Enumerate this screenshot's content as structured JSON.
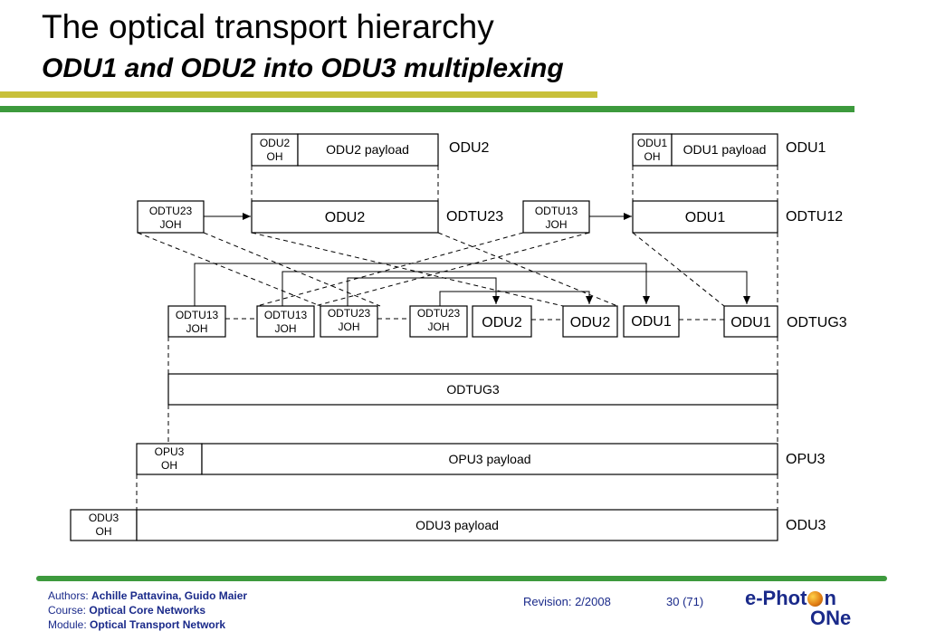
{
  "slide": {
    "title": "The optical transport hierarchy",
    "subtitle": "ODU1 and ODU2 into ODU3 multiplexing"
  },
  "colors": {
    "accent_yellow": "#c8c03a",
    "accent_green": "#3d9a3d",
    "footer_text": "#1a2a8a"
  },
  "diagram": {
    "odu2_oh": [
      "ODU2",
      "OH"
    ],
    "odu2_payload": "ODU2 payload",
    "odu2_label": "ODU2",
    "odu1_oh": [
      "ODU1",
      "OH"
    ],
    "odu1_payload": "ODU1 payload",
    "odu1_label": "ODU1",
    "odtu23_joh": [
      "ODTU23",
      "JOH"
    ],
    "odtu23_body": "ODU2",
    "odtu23_label": "ODTU23",
    "odtu13_joh": [
      "ODTU13",
      "JOH"
    ],
    "odtu12_body": "ODU1",
    "odtu12_label": "ODTU12",
    "odtug3_row": {
      "joh": [
        [
          "ODTU13",
          "JOH"
        ],
        [
          "ODTU13",
          "JOH"
        ],
        [
          "ODTU23",
          "JOH"
        ],
        [
          "ODTU23",
          "JOH"
        ]
      ],
      "payloads": [
        "ODU2",
        "ODU2",
        "ODU1",
        "ODU1"
      ],
      "label": "ODTUG3"
    },
    "odtug3_bar": "ODTUG3",
    "opu3_oh": [
      "OPU3",
      "OH"
    ],
    "opu3_payload": "OPU3 payload",
    "opu3_label": "OPU3",
    "odu3_oh": [
      "ODU3",
      "OH"
    ],
    "odu3_payload": "ODU3 payload",
    "odu3_label": "ODU3"
  },
  "footer": {
    "authors_label": "Authors:",
    "authors": "Achille Pattavina, Guido Maier",
    "course_label": "Course:",
    "course": "Optical Core Networks",
    "module_label": "Module:",
    "module": "Optical Transport Network",
    "revision": "Revision: 2/2008",
    "page": "30 (71)",
    "logo_top_a": "e-Phot",
    "logo_top_b": "n",
    "logo_bottom": "ONe"
  }
}
